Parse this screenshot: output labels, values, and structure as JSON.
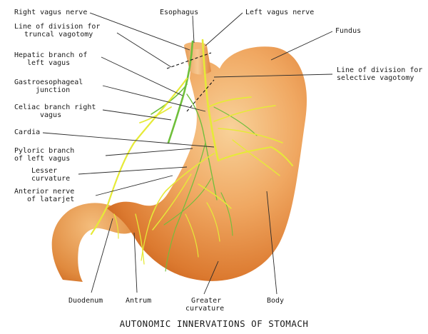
{
  "title": "AUTONOMIC INNERVATIONS OF STOMACH",
  "labels": {
    "right_vagus_nerve": "Right vagus nerve",
    "esophagus": "Esophagus",
    "left_vagus_nerve": "Left vagus nerve",
    "truncal_vagotomy_1": "Line of division for",
    "truncal_vagotomy_2": "truncal vagotomy",
    "fundus": "Fundus",
    "hepatic_branch_1": "Hepatic branch of",
    "hepatic_branch_2": "left vagus",
    "selective_vagotomy_1": "Line of division for",
    "selective_vagotomy_2": "selective vagotomy",
    "gastroesophageal_1": "Gastroesophageal",
    "gastroesophageal_2": "junction",
    "celiac_branch_1": "Celiac branch right",
    "celiac_branch_2": "vagus",
    "cardia": "Cardia",
    "pyloric_branch_1": "Pyloric branch",
    "pyloric_branch_2": "of left vagus",
    "lesser_curvature_1": "Lesser",
    "lesser_curvature_2": "curvature",
    "anterior_nerve_1": "Anterior nerve",
    "anterior_nerve_2": "of latarjet",
    "duodenum": "Duodenum",
    "antrum": "Antrum",
    "greater_curvature_1": "Greater",
    "greater_curvature_2": "curvature",
    "body": "Body"
  },
  "colors": {
    "stomach_light": "#f6c787",
    "stomach_mid": "#ec9a52",
    "stomach_dark": "#cf6a22",
    "nerve_yellow": "#e6ea38",
    "nerve_green": "#6fbf3b"
  }
}
